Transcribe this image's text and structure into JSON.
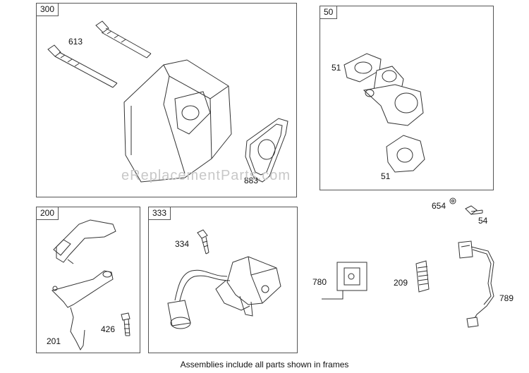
{
  "frames": [
    {
      "id": "f300",
      "label": "300"
    },
    {
      "id": "f50",
      "label": "50"
    },
    {
      "id": "f200",
      "label": "200"
    },
    {
      "id": "f333",
      "label": "333"
    }
  ],
  "callouts": {
    "p613": "613",
    "p883": "883",
    "p51a": "51",
    "p51b": "51",
    "p654": "654",
    "p54": "54",
    "p334": "334",
    "p780": "780",
    "p209": "209",
    "p789": "789",
    "p426": "426",
    "p201": "201"
  },
  "watermark": "eReplacementParts.com",
  "caption": "Assemblies include all parts shown in frames"
}
